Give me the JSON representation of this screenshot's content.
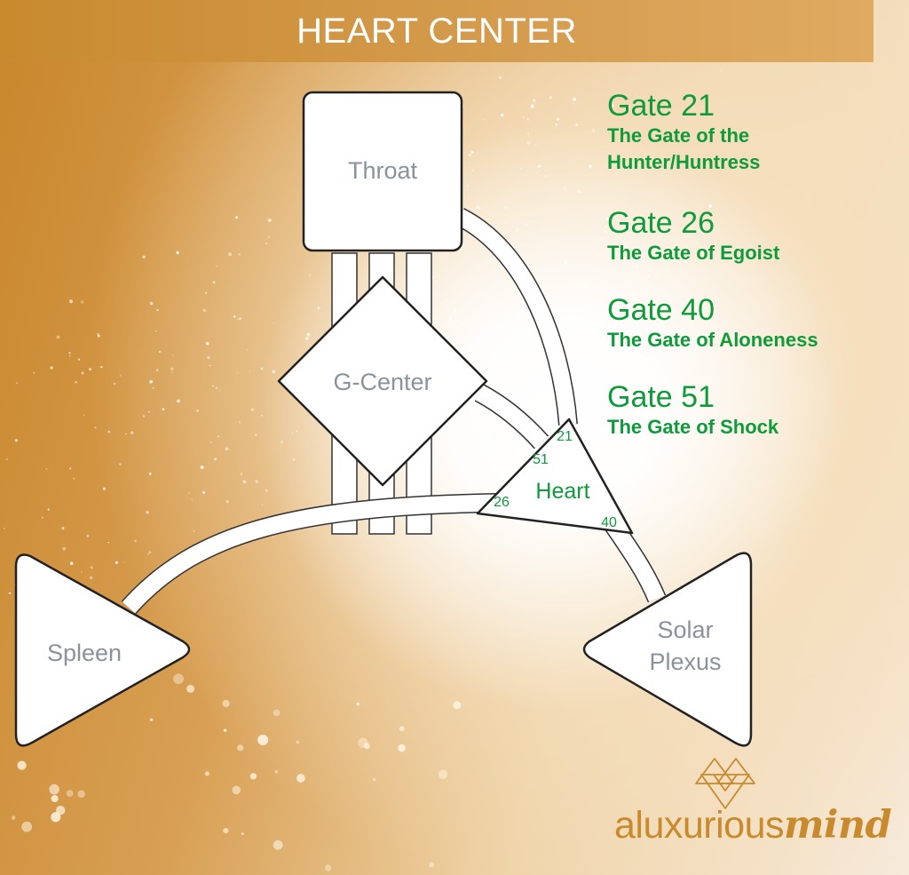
{
  "header": {
    "title": "HEART CENTER"
  },
  "centers": {
    "throat": "Throat",
    "g_center": "G-Center",
    "heart": "Heart",
    "spleen": "Spleen",
    "solar_plexus_line1": "Solar",
    "solar_plexus_line2": "Plexus"
  },
  "heart_gate_numbers": [
    "21",
    "51",
    "26",
    "40"
  ],
  "gates": [
    {
      "number": "Gate 21",
      "name_line1": "The Gate of the",
      "name_line2": "Hunter/Huntress"
    },
    {
      "number": "Gate 26",
      "name_line1": "The Gate of Egoist",
      "name_line2": ""
    },
    {
      "number": "Gate 40",
      "name_line1": "The Gate of Aloneness",
      "name_line2": ""
    },
    {
      "number": "Gate 51",
      "name_line1": "The Gate of Shock",
      "name_line2": ""
    }
  ],
  "logo": {
    "part1": "aluxurious",
    "part2": "mind"
  },
  "colors": {
    "accent_green": "#0f9a3c",
    "gold": "#c98a2e",
    "center_label_gray": "#8a929c",
    "outline": "#222222"
  }
}
